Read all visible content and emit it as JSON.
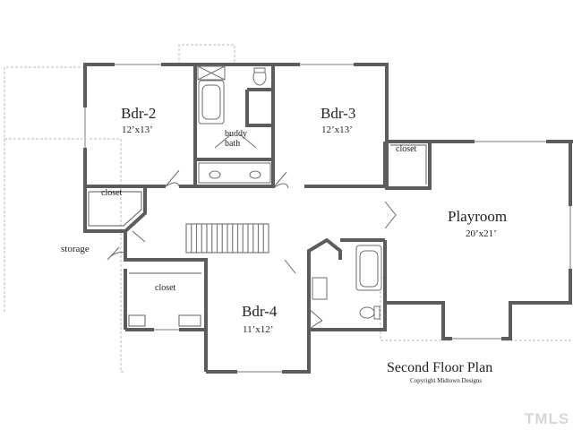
{
  "rooms": {
    "bdr2": {
      "name": "Bdr-2",
      "size": "12’x13’"
    },
    "bdr3": {
      "name": "Bdr-3",
      "size": "12’x13’"
    },
    "bdr4": {
      "name": "Bdr-4",
      "size": "11’x12’"
    },
    "playroom": {
      "name": "Playroom",
      "size": "20’x21’"
    }
  },
  "labels": {
    "buddy_bath_1": "buddy",
    "buddy_bath_2": "bath",
    "closet_bdr2": "closet",
    "closet_bdr3": "closet",
    "closet_bdr4": "closet",
    "storage": "storage"
  },
  "caption": {
    "title": "Second Floor Plan",
    "copyright": "Copyright Midtown Designs"
  },
  "watermark": "TMLS",
  "colors": {
    "wall": "#5c5c5c",
    "dashed": "#b8b8b8",
    "text": "#222222"
  }
}
